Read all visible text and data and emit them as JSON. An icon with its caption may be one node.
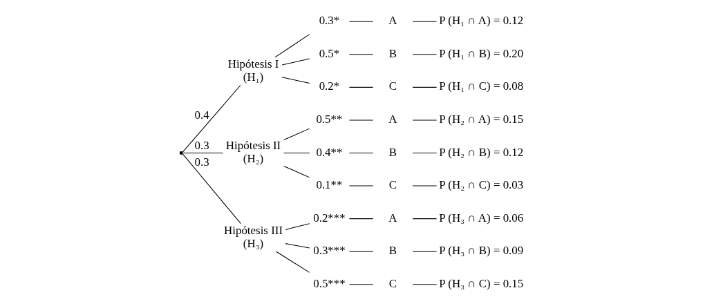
{
  "diagram": {
    "nodes": [
      {
        "text": [],
        "shape": "point"
      },
      {
        "text": [
          "Hipótesis I",
          "(H₁)"
        ]
      },
      {
        "text": [
          "0.3*"
        ]
      },
      {
        "text": [
          "A"
        ]
      },
      {
        "text": [
          "P (H₁ ∩ A) = 0.12"
        ]
      },
      {
        "text": [
          "0.5*"
        ]
      },
      {
        "text": [
          "B"
        ]
      },
      {
        "text": [
          "P (H₁ ∩ B) = 0.20"
        ]
      },
      {
        "text": [
          "0.2*"
        ]
      },
      {
        "text": [
          "C"
        ]
      },
      {
        "text": [
          "P (H₁ ∩ C) = 0.08"
        ]
      },
      {
        "text": [
          "Hipótesis II",
          "(H₂)"
        ]
      },
      {
        "text": [
          "0.5**"
        ]
      },
      {
        "text": [
          "A"
        ]
      },
      {
        "text": [
          "P (H₂ ∩ A) = 0.15"
        ]
      },
      {
        "text": [
          "0.4**"
        ]
      },
      {
        "text": [
          "B"
        ]
      },
      {
        "text": [
          "P (H₂ ∩ B) = 0.12"
        ]
      },
      {
        "text": [
          "0.1**"
        ]
      },
      {
        "text": [
          "C"
        ]
      },
      {
        "text": [
          "P (H₂ ∩ C) = 0.03"
        ]
      },
      {
        "text": [
          "Hipótesis III",
          "(H₃)"
        ]
      },
      {
        "text": [
          "0.2***"
        ]
      },
      {
        "text": [
          "A"
        ]
      },
      {
        "text": [
          "P (H₃ ∩ A) = 0.06"
        ]
      },
      {
        "text": [
          "0.3***"
        ]
      },
      {
        "text": [
          "B"
        ]
      },
      {
        "text": [
          "P (H₃ ∩ B) = 0.09"
        ]
      },
      {
        "text": [
          "0.5***"
        ]
      },
      {
        "text": [
          "C"
        ]
      },
      {
        "text": [
          "P (H₃ ∩ C) = 0.15"
        ]
      }
    ],
    "edges": [
      {
        "from": 0,
        "to": 1,
        "arrow": "none",
        "label": "0.4"
      },
      {
        "from": 0,
        "to": 11,
        "arrow": "none",
        "label": "0.3"
      },
      {
        "from": 0,
        "to": 21,
        "arrow": "none",
        "label": "0.3"
      },
      {
        "from": 1,
        "to": 2,
        "arrow": "none"
      },
      {
        "from": 2,
        "to": 3,
        "arrow": "none"
      },
      {
        "from": 3,
        "to": 4,
        "arrow": "none"
      },
      {
        "from": 1,
        "to": 5,
        "arrow": "none"
      },
      {
        "from": 5,
        "to": 6,
        "arrow": "none"
      },
      {
        "from": 6,
        "to": 7,
        "arrow": "none"
      },
      {
        "from": 1,
        "to": 8,
        "arrow": "none"
      },
      {
        "from": 8,
        "to": 9,
        "arrow": "none"
      },
      {
        "from": 9,
        "to": 10,
        "arrow": "none"
      },
      {
        "from": 11,
        "to": 12,
        "arrow": "none"
      },
      {
        "from": 12,
        "to": 13,
        "arrow": "none"
      },
      {
        "from": 13,
        "to": 14,
        "arrow": "none"
      },
      {
        "from": 11,
        "to": 15,
        "arrow": "none"
      },
      {
        "from": 15,
        "to": 16,
        "arrow": "none"
      },
      {
        "from": 16,
        "to": 17,
        "arrow": "none"
      },
      {
        "from": 11,
        "to": 18,
        "arrow": "none"
      },
      {
        "from": 18,
        "to": 19,
        "arrow": "none"
      },
      {
        "from": 19,
        "to": 20,
        "arrow": "none"
      },
      {
        "from": 21,
        "to": 22,
        "arrow": "none"
      },
      {
        "from": 22,
        "to": 23,
        "arrow": "none"
      },
      {
        "from": 23,
        "to": 24,
        "arrow": "none"
      },
      {
        "from": 21,
        "to": 25,
        "arrow": "none"
      },
      {
        "from": 25,
        "to": 26,
        "arrow": "none"
      },
      {
        "from": 26,
        "to": 27,
        "arrow": "none"
      },
      {
        "from": 21,
        "to": 28,
        "arrow": "none"
      },
      {
        "from": 28,
        "to": 29,
        "arrow": "none"
      },
      {
        "from": 29,
        "to": 30,
        "arrow": "none"
      }
    ]
  }
}
